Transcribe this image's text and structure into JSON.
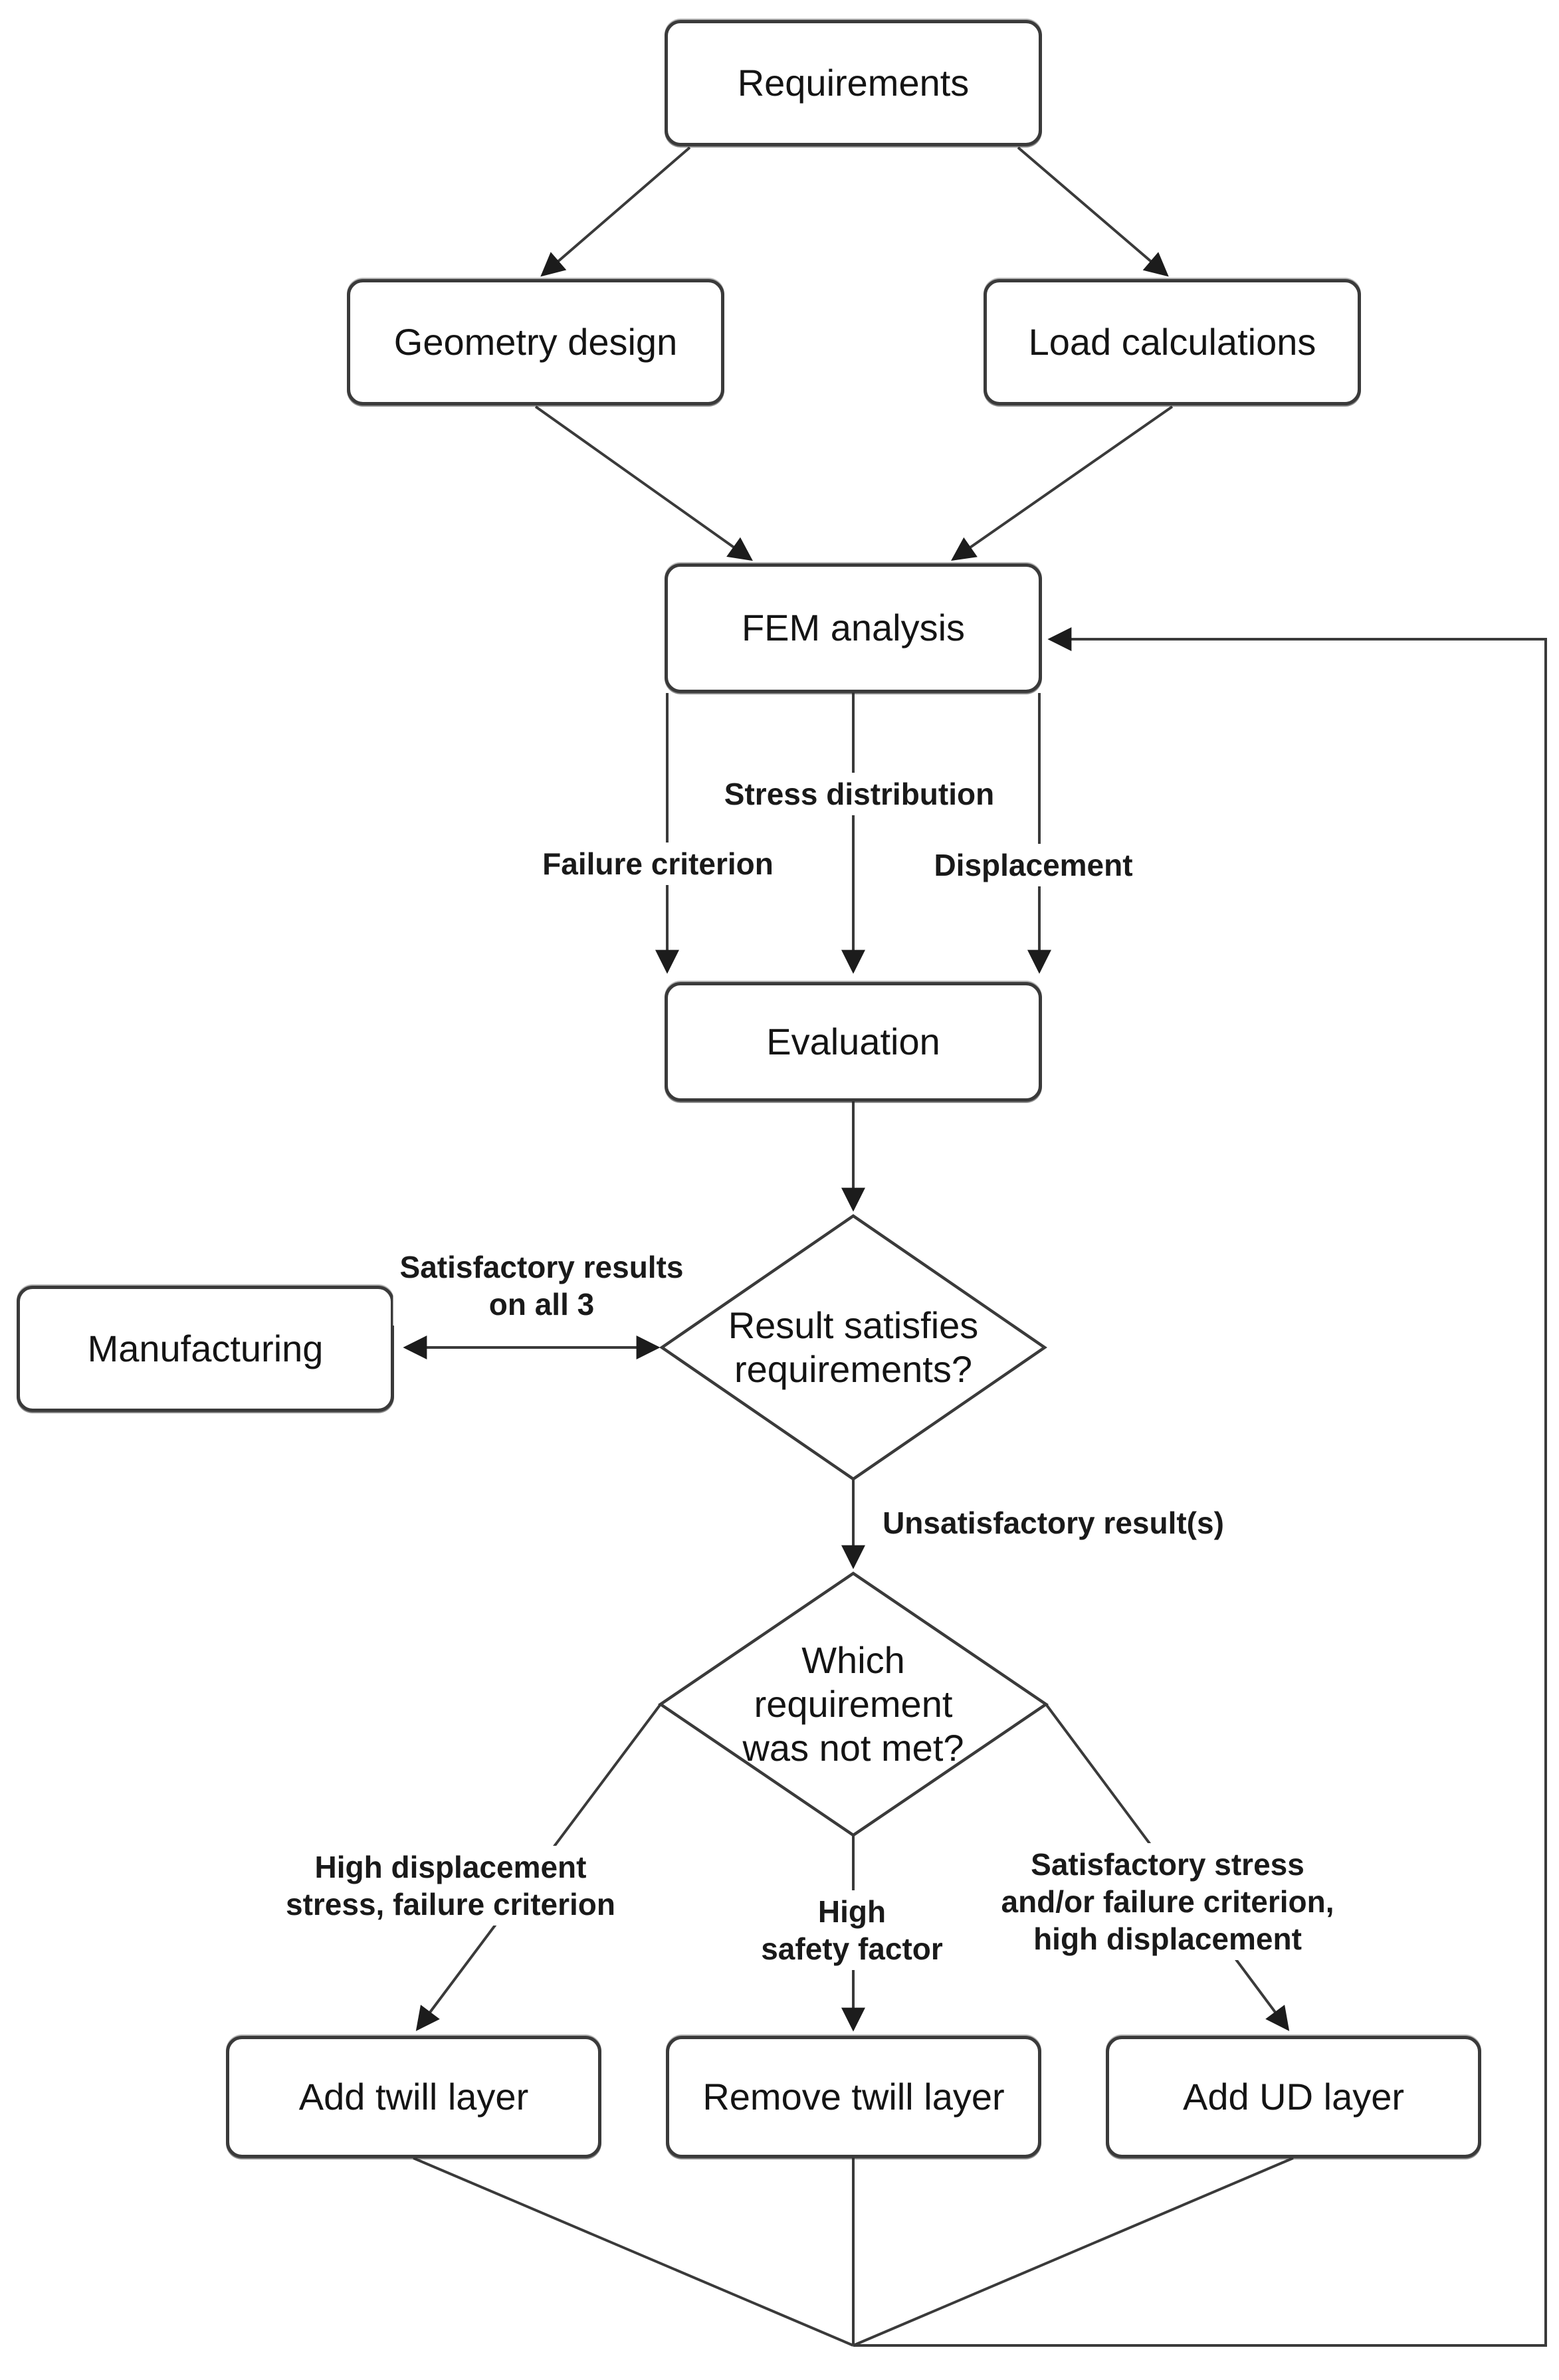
{
  "diagram": {
    "type": "flowchart",
    "nodes": {
      "requirements": "Requirements",
      "geometry_design": "Geometry design",
      "load_calculations": "Load calculations",
      "fem_analysis": "FEM analysis",
      "evaluation": "Evaluation",
      "manufacturing": "Manufacturing",
      "add_twill_layer": "Add twill layer",
      "remove_twill_layer": "Remove twill layer",
      "add_ud_layer": "Add UD layer"
    },
    "decisions": {
      "result_satisfies": [
        "Result satisfies",
        "requirements?"
      ],
      "which_requirement": [
        "Which",
        "requirement",
        "was not met?"
      ]
    },
    "edge_labels": {
      "stress_distribution": "Stress distribution",
      "failure_criterion": "Failure criterion",
      "displacement": "Displacement",
      "satisfactory": [
        "Satisfactory results",
        "on all 3"
      ],
      "unsatisfactory": "Unsatisfactory result(s)",
      "branch_left": [
        "High displacement",
        "stress, failure criterion"
      ],
      "branch_mid": [
        "High",
        "safety factor"
      ],
      "branch_right": [
        "Satisfactory stress",
        "and/or failure criterion,",
        "high displacement"
      ]
    },
    "colors": {
      "line": "#3a3a3a",
      "text": "#141414",
      "background": "#ffffff"
    }
  }
}
